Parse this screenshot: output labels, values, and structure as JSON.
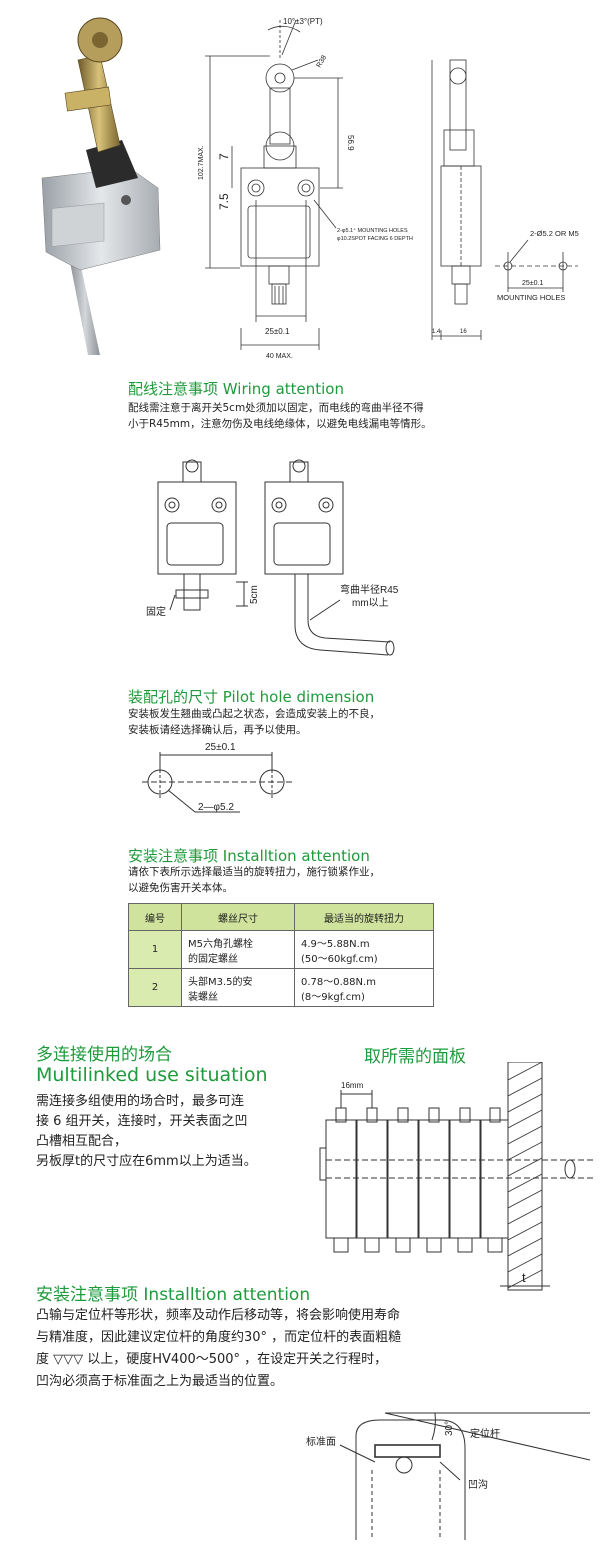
{
  "drawing_top": {
    "angle_label": "10°±3°(PT)",
    "r_label": "R38",
    "dim_569": "56.9",
    "dim_1027": "102.7MAX.",
    "dim_7": "7",
    "dim_75": "7.5",
    "mounting_note_1": "2-φ5.1⁺ MOUNTING HOLES",
    "mounting_note_2": "φ10.2SPOT FACING 6 DEPTH",
    "dim_25": "25±0.1",
    "dim_40": "40 MAX.",
    "dim_14": "1.4",
    "dim_16": "16",
    "hole_label": "2-Ø5.2 OR M5",
    "hole_dim": "25±0.1",
    "hole_caption": "MOUNTING HOLES"
  },
  "wiring": {
    "title": "配线注意事项 Wiring attention",
    "text_1": "配线需注意于离开关5cm处须加以固定，而电线的弯曲半径不得",
    "text_2": "小于R45mm，注意勿伤及电线绝缘体，以避免电线漏电等情形。",
    "label_fix": "固定",
    "label_5cm": "5cm",
    "label_bend_1": "弯曲半径R45",
    "label_bend_2": "mm以上"
  },
  "pilot": {
    "title": "装配孔的尺寸 Pilot hole dimension",
    "text_1": "安装板发生翘曲或凸起之状态，会造成安装上的不良，",
    "text_2": "安装板请经选择确认后，再予以使用。",
    "dim": "25±0.1",
    "hole": "2—φ5.2"
  },
  "install": {
    "title": "安装注意事项 Installtion attention",
    "text_1": "请依下表所示选择最适当的旋转扭力，施行锁紧作业，",
    "text_2": "以避免伤害开关本体。",
    "table": {
      "headers": [
        "编号",
        "螺丝尺寸",
        "最适当的旋转扭力"
      ],
      "rows": [
        {
          "no": "1",
          "screw_1": "M5六角孔螺栓",
          "screw_2": "的固定螺丝",
          "torque_1": "4.9～5.88N.m",
          "torque_2": "(50～60kgf.cm)"
        },
        {
          "no": "2",
          "screw_1": "头部M3.5的安",
          "screw_2": "装螺丝",
          "torque_1": "0.78～0.88N.m",
          "torque_2": "(8～9kgf.cm)"
        }
      ]
    }
  },
  "multi": {
    "title_cn": "多连接使用的场合",
    "title_en": "Multilinked use situation",
    "text_1": "需连接多组使用的场合时，最多可连",
    "text_2": "接 6 组开关，连接时，开关表面之凹",
    "text_3": "凸槽相互配合，",
    "text_4": "另板厚t的尺寸应在6mm以上为适当。",
    "panel_title": "取所需的面板",
    "dim_16": "16mm",
    "label_t": "t"
  },
  "install2": {
    "title": "安装注意事项 Installtion attention",
    "text_1": "凸输与定位杆等形状，频率及动作后移动等，将会影响使用寿命",
    "text_2": "与精准度，因此建议定位杆的角度约30°  ，而定位杆的表面粗糙",
    "text_3": "度 ▽▽▽ 以上，硬度HV400～500°  ，在设定开关之行程时，",
    "text_4": "凹沟必须高于标准面之上为最适当的位置。",
    "label_std": "标准面",
    "label_30": "30°",
    "label_rod": "定位杆",
    "label_groove": "凹沟"
  }
}
